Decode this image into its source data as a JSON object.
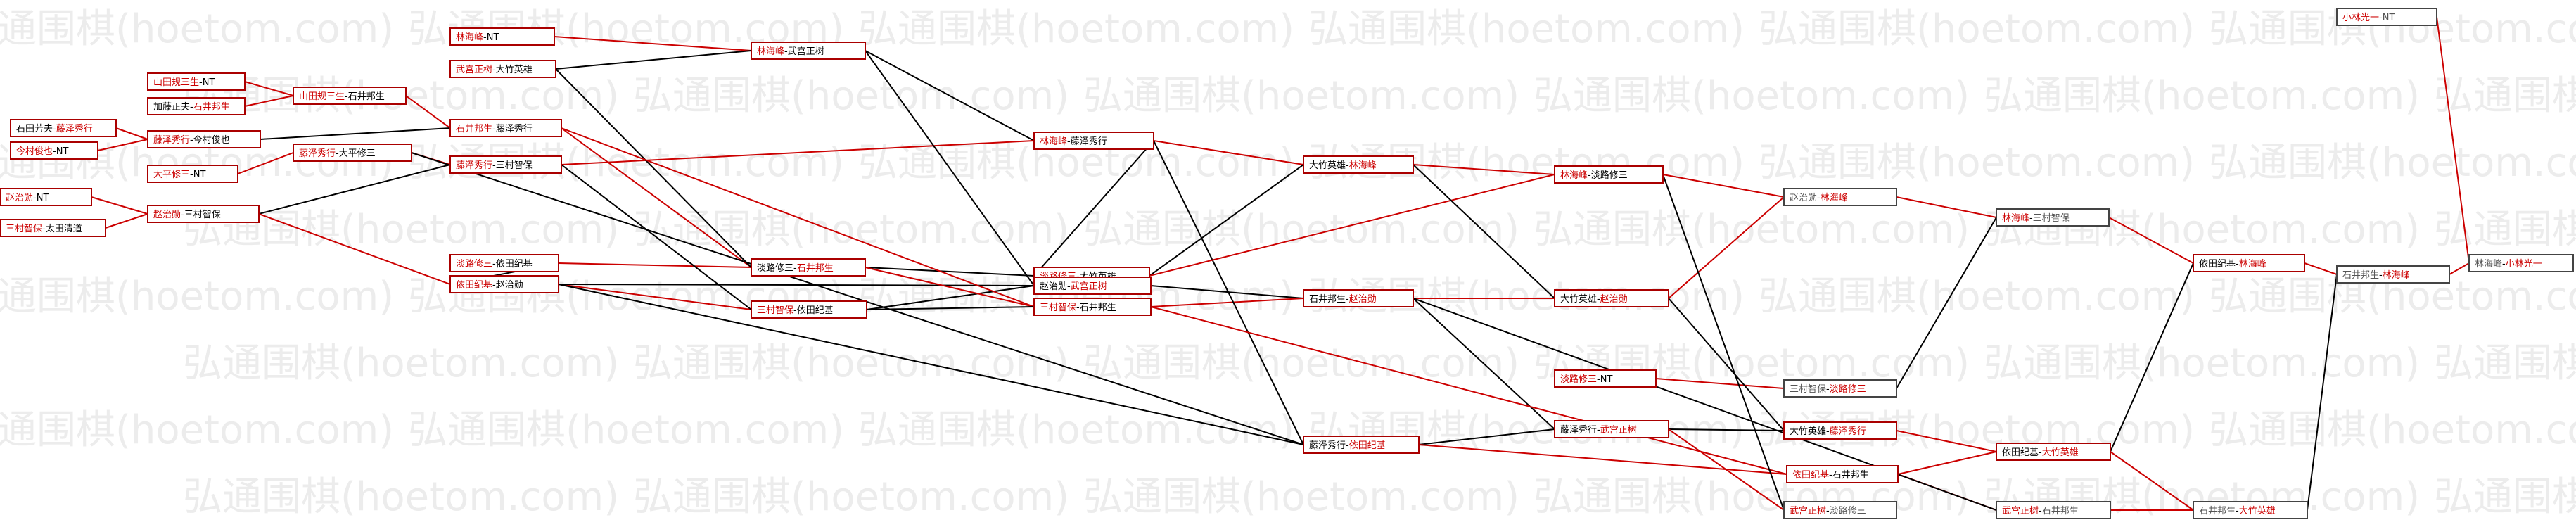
{
  "watermark": "弘通围棋(hoetom.com)",
  "colors": {
    "red": "#cc0000",
    "black": "#000000",
    "gray": "#555555",
    "box_red": "#aa0000",
    "watermark": "#ececec"
  },
  "nodes": [
    {
      "id": "n1",
      "left": "林海峰",
      "right": "NT",
      "lc": "r",
      "rc": "k"
    },
    {
      "id": "n2",
      "left": "武宫正树",
      "right": "大竹英雄",
      "lc": "r",
      "rc": "k"
    },
    {
      "id": "n3",
      "left": "山田规三生",
      "right": "NT",
      "lc": "r",
      "rc": "k"
    },
    {
      "id": "n4",
      "left": "加藤正夫",
      "right": "石井邦生",
      "lc": "k",
      "rc": "r"
    },
    {
      "id": "n5",
      "left": "石田芳夫",
      "right": "藤泽秀行",
      "lc": "k",
      "rc": "r"
    },
    {
      "id": "n6",
      "left": "今村俊也",
      "right": "NT",
      "lc": "r",
      "rc": "k"
    },
    {
      "id": "n7",
      "left": "大平修三",
      "right": "NT",
      "lc": "r",
      "rc": "k"
    },
    {
      "id": "n8",
      "left": "赵治勋",
      "right": "NT",
      "lc": "r",
      "rc": "k"
    },
    {
      "id": "n9",
      "left": "三村智保",
      "right": "太田清道",
      "lc": "r",
      "rc": "k"
    },
    {
      "id": "n10",
      "left": "山田规三生",
      "right": "石井邦生",
      "lc": "r",
      "rc": "k"
    },
    {
      "id": "n11",
      "left": "藤泽秀行",
      "right": "今村俊也",
      "lc": "r",
      "rc": "k"
    },
    {
      "id": "n12",
      "left": "藤泽秀行",
      "right": "大平修三",
      "lc": "r",
      "rc": "k"
    },
    {
      "id": "n13",
      "left": "赵治勋",
      "right": "三村智保",
      "lc": "r",
      "rc": "k"
    },
    {
      "id": "n14",
      "left": "林海峰",
      "right": "武宫正树",
      "lc": "r",
      "rc": "k"
    },
    {
      "id": "n15",
      "left": "石井邦生",
      "right": "藤泽秀行",
      "lc": "r",
      "rc": "k"
    },
    {
      "id": "n16",
      "left": "藤泽秀行",
      "right": "三村智保",
      "lc": "r",
      "rc": "k"
    },
    {
      "id": "n17",
      "left": "淡路修三",
      "right": "依田纪基",
      "lc": "r",
      "rc": "k"
    },
    {
      "id": "n18",
      "left": "依田纪基",
      "right": "赵治勋",
      "lc": "r",
      "rc": "k"
    },
    {
      "id": "n19",
      "left": "林海峰",
      "right": "藤泽秀行",
      "lc": "r",
      "rc": "k"
    },
    {
      "id": "n20",
      "left": "淡路修三",
      "right": "石井邦生",
      "lc": "k",
      "rc": "r"
    },
    {
      "id": "n21",
      "left": "三村智保",
      "right": "依田纪基",
      "lc": "r",
      "rc": "k"
    },
    {
      "id": "n22",
      "left": "淡路修三",
      "right": "大竹英雄",
      "lc": "r",
      "rc": "k"
    },
    {
      "id": "n23",
      "left": "赵治勋",
      "right": "武宫正树",
      "lc": "k",
      "rc": "r"
    },
    {
      "id": "n24",
      "left": "三村智保",
      "right": "石井邦生",
      "lc": "r",
      "rc": "k"
    },
    {
      "id": "n25",
      "left": "大竹英雄",
      "right": "林海峰",
      "lc": "k",
      "rc": "r"
    },
    {
      "id": "n26",
      "left": "石井邦生",
      "right": "赵治勋",
      "lc": "k",
      "rc": "r"
    },
    {
      "id": "n27",
      "left": "藤泽秀行",
      "right": "依田纪基",
      "lc": "k",
      "rc": "r"
    },
    {
      "id": "n28",
      "left": "林海峰",
      "right": "淡路修三",
      "lc": "r",
      "rc": "k"
    },
    {
      "id": "n29",
      "left": "大竹英雄",
      "right": "赵治勋",
      "lc": "k",
      "rc": "r"
    },
    {
      "id": "n30",
      "left": "淡路修三",
      "right": "NT",
      "lc": "r",
      "rc": "k"
    },
    {
      "id": "n31",
      "left": "藤泽秀行",
      "right": "武宫正树",
      "lc": "k",
      "rc": "r"
    },
    {
      "id": "n32",
      "left": "依田纪基",
      "right": "石井邦生",
      "lc": "r",
      "rc": "k"
    },
    {
      "id": "n33",
      "left": "赵治勋",
      "right": "林海峰",
      "lc": "g",
      "rc": "r"
    },
    {
      "id": "n34",
      "left": "三村智保",
      "right": "淡路修三",
      "lc": "g",
      "rc": "r"
    },
    {
      "id": "n35",
      "left": "大竹英雄",
      "right": "藤泽秀行",
      "lc": "k",
      "rc": "r"
    },
    {
      "id": "n36",
      "left": "武宫正树",
      "right": "淡路修三",
      "lc": "r",
      "rc": "g"
    },
    {
      "id": "n37",
      "left": "林海峰",
      "right": "三村智保",
      "lc": "r",
      "rc": "g"
    },
    {
      "id": "n38",
      "left": "依田纪基",
      "right": "大竹英雄",
      "lc": "k",
      "rc": "r"
    },
    {
      "id": "n39",
      "left": "武宫正树",
      "right": "石井邦生",
      "lc": "r",
      "rc": "g"
    },
    {
      "id": "n40",
      "left": "依田纪基",
      "right": "林海峰",
      "lc": "k",
      "rc": "r"
    },
    {
      "id": "n41",
      "left": "石井邦生",
      "right": "大竹英雄",
      "lc": "g",
      "rc": "r"
    },
    {
      "id": "n42",
      "left": "石井邦生",
      "right": "林海峰",
      "lc": "g",
      "rc": "r"
    },
    {
      "id": "n43",
      "left": "小林光一",
      "right": "NT",
      "lc": "r",
      "rc": "g"
    },
    {
      "id": "n44",
      "left": "林海峰",
      "right": "小林光一",
      "lc": "g",
      "rc": "r"
    }
  ],
  "edges": [
    [
      "n5",
      "n11",
      "r"
    ],
    [
      "n6",
      "n11",
      "r"
    ],
    [
      "n3",
      "n10",
      "r"
    ],
    [
      "n4",
      "n10",
      "r"
    ],
    [
      "n7",
      "n12",
      "r"
    ],
    [
      "n8",
      "n13",
      "r"
    ],
    [
      "n9",
      "n13",
      "r"
    ],
    [
      "n1",
      "n14",
      "r"
    ],
    [
      "n2",
      "n14",
      "k"
    ],
    [
      "n10",
      "n15",
      "r"
    ],
    [
      "n11",
      "n15",
      "k"
    ],
    [
      "n12",
      "n16",
      "r"
    ],
    [
      "n13",
      "n16",
      "k"
    ],
    [
      "n13",
      "n18",
      "r"
    ],
    [
      "n17",
      "n18",
      "k"
    ],
    [
      "n14",
      "n19",
      "k"
    ],
    [
      "n16",
      "n19",
      "r"
    ],
    [
      "n15",
      "n20",
      "r"
    ],
    [
      "n17",
      "n20",
      "r"
    ],
    [
      "n2",
      "n20",
      "k"
    ],
    [
      "n18",
      "n21",
      "r"
    ],
    [
      "n16",
      "n21",
      "k"
    ],
    [
      "n20",
      "n22",
      "k"
    ],
    [
      "n19",
      "n22",
      "k"
    ],
    [
      "n14",
      "n23",
      "k"
    ],
    [
      "n18",
      "n23",
      "k"
    ],
    [
      "n21",
      "n23",
      "k"
    ],
    [
      "n20",
      "n24",
      "r"
    ],
    [
      "n15",
      "n24",
      "r"
    ],
    [
      "n21",
      "n24",
      "k"
    ],
    [
      "n19",
      "n25",
      "r"
    ],
    [
      "n22",
      "n25",
      "k"
    ],
    [
      "n23",
      "n26",
      "k"
    ],
    [
      "n24",
      "n26",
      "r"
    ],
    [
      "n18",
      "n27",
      "k"
    ],
    [
      "n19",
      "n27",
      "k"
    ],
    [
      "n12",
      "n27",
      "k"
    ],
    [
      "n25",
      "n28",
      "r"
    ],
    [
      "n22",
      "n28",
      "r"
    ],
    [
      "n25",
      "n29",
      "k"
    ],
    [
      "n26",
      "n29",
      "r"
    ],
    [
      "n26",
      "n31",
      "k"
    ],
    [
      "n27",
      "n31",
      "k"
    ],
    [
      "n27",
      "n32",
      "r"
    ],
    [
      "n24",
      "n32",
      "r"
    ],
    [
      "n28",
      "n33",
      "r"
    ],
    [
      "n29",
      "n33",
      "r"
    ],
    [
      "n30",
      "n34",
      "r"
    ],
    [
      "n33",
      "n37",
      "r"
    ],
    [
      "n34",
      "n37",
      "k"
    ],
    [
      "n29",
      "n35",
      "k"
    ],
    [
      "n31",
      "n35",
      "k"
    ],
    [
      "n28",
      "n36",
      "k"
    ],
    [
      "n31",
      "n36",
      "r"
    ],
    [
      "n32",
      "n38",
      "r"
    ],
    [
      "n35",
      "n38",
      "r"
    ],
    [
      "n32",
      "n39",
      "r"
    ],
    [
      "n26",
      "n39",
      "k"
    ],
    [
      "n37",
      "n40",
      "r"
    ],
    [
      "n38",
      "n40",
      "k"
    ],
    [
      "n38",
      "n41",
      "r"
    ],
    [
      "n39",
      "n41",
      "r"
    ],
    [
      "n40",
      "n42",
      "r"
    ],
    [
      "n41",
      "n42",
      "k"
    ],
    [
      "n42",
      "n44",
      "r"
    ],
    [
      "n43",
      "n44",
      "r"
    ]
  ]
}
